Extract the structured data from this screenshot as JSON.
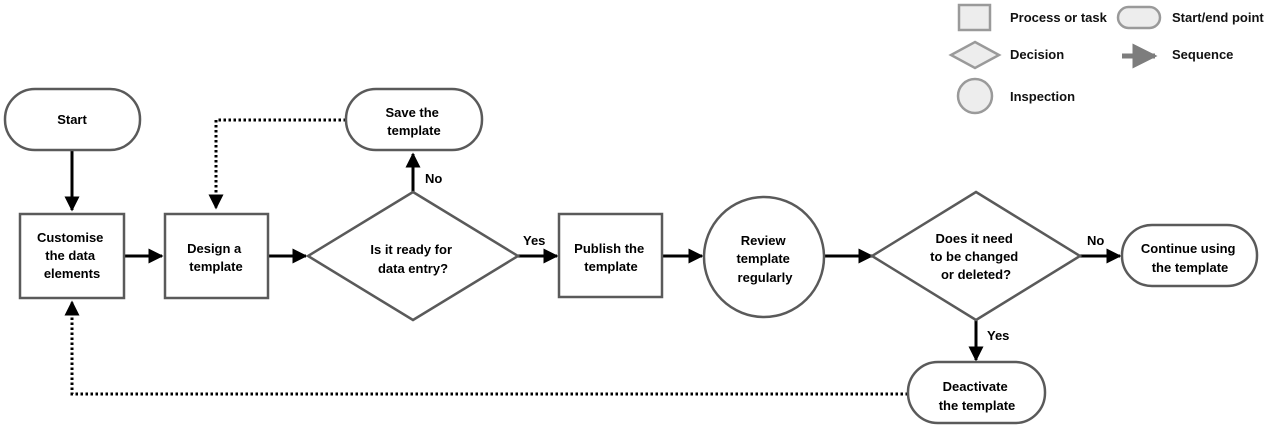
{
  "legend": {
    "process": "Process or task",
    "terminal": "Start/end point",
    "decision": "Decision",
    "sequence": "Sequence",
    "inspection": "Inspection"
  },
  "nodes": {
    "start": [
      "Start"
    ],
    "save": [
      "Save the",
      "template"
    ],
    "customise": [
      "Customise",
      "the data",
      "elements"
    ],
    "design": [
      "Design a",
      "template"
    ],
    "ready": [
      "Is it ready for",
      "data entry?"
    ],
    "publish": [
      "Publish the",
      "template"
    ],
    "review": [
      "Review",
      "template",
      "regularly"
    ],
    "change": [
      "Does it need",
      "to be changed",
      "or deleted?"
    ],
    "continue": [
      "Continue using",
      "the template"
    ],
    "deactivate": [
      "Deactivate",
      "the template"
    ]
  },
  "edges": {
    "ready_no": "No",
    "ready_yes": "Yes",
    "change_no": "No",
    "change_yes": "Yes"
  }
}
